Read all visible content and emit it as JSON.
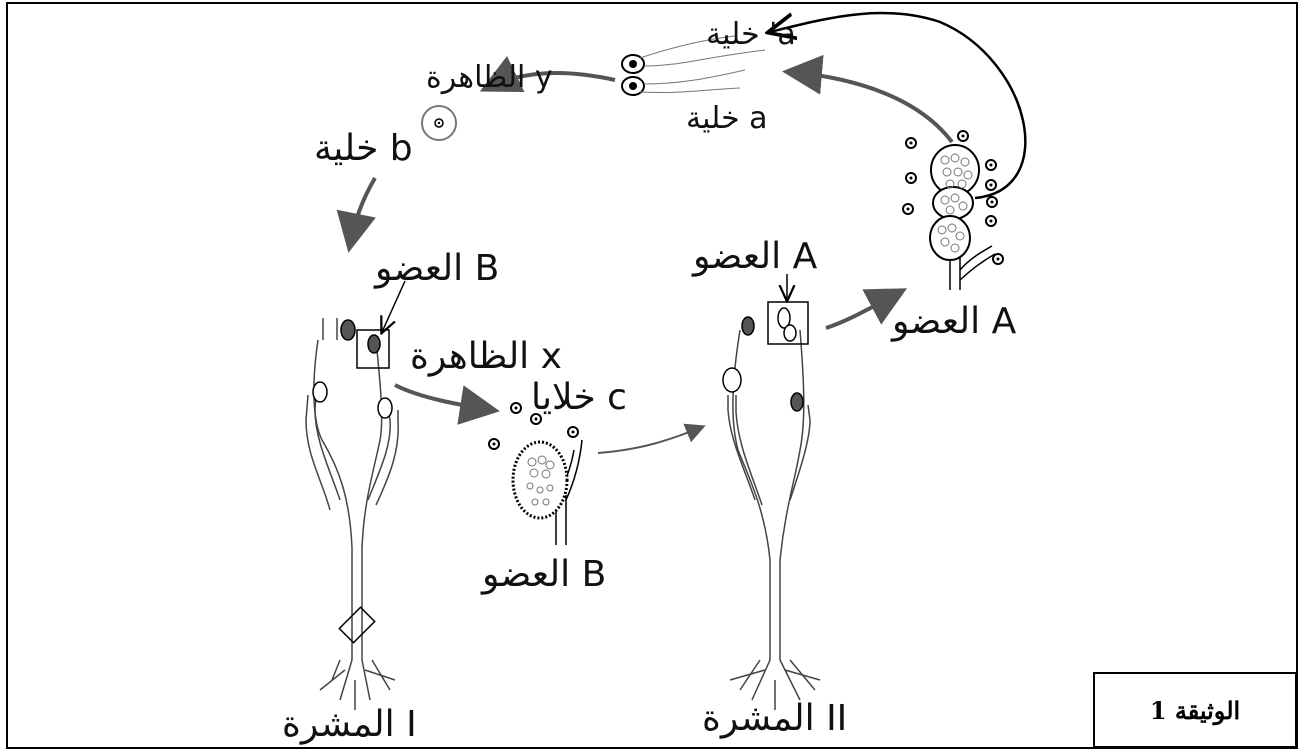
{
  "labels": {
    "cell_a_prime": "خلية 'a",
    "phenomenon_y": "الظاهرة y",
    "cell_a": "خلية a",
    "cell_b": "خلية b",
    "organ_B_top": "العضو B",
    "phenomenon_x": "الظاهرة x",
    "cells_c": "خلايا c",
    "organ_B_bottom": "العضو B",
    "organ_A_top": "العضو A",
    "organ_A_right": "العضو A",
    "thallus_I": "المشرة I",
    "thallus_II": "المشرة II"
  },
  "document_label": "الوثيقة 1",
  "colors": {
    "line": "#000000",
    "arrow": "#555555",
    "stem": "#777777"
  }
}
